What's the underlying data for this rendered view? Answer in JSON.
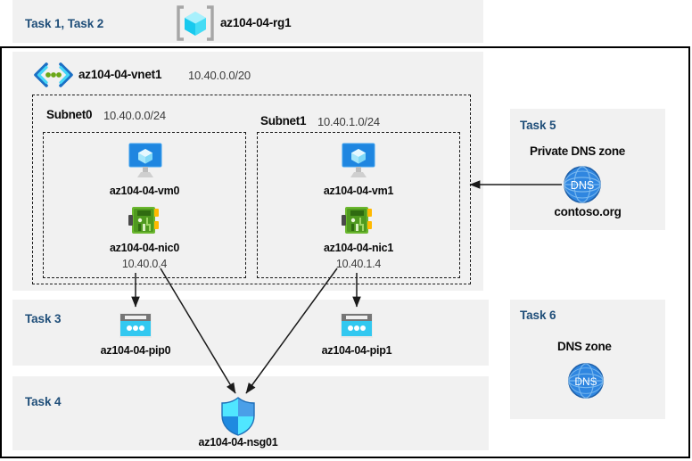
{
  "diagram": {
    "title": "Azure AZ-104 Module 04 lab resource diagram",
    "colors": {
      "task_label": "#1f4e79",
      "panel_bg": "#f1f1f1",
      "border": "#000000",
      "vm_blue": "#2d8ce0",
      "nic_green": "#5ea832",
      "pip_cyan": "#32c8f0",
      "nsg_blue": "#2f8de4",
      "dns_blue": "#2b7cd3",
      "rg_cyan": "#50e6ff"
    }
  },
  "header": {
    "task_label": "Task 1, Task 2",
    "resource_group_icon": "resource-group-cube-icon",
    "resource_group_name": "az104-04-rg1"
  },
  "vnet": {
    "icon": "virtual-network-icon",
    "name": "az104-04-vnet1",
    "cidr": "10.40.0.0/20"
  },
  "subnets": [
    {
      "label": "Subnet0",
      "cidr": "10.40.0.0/24",
      "vm": {
        "icon": "virtual-machine-icon",
        "name": "az104-04-vm0"
      },
      "nic": {
        "icon": "network-interface-icon",
        "name": "az104-04-nic0",
        "ip": "10.40.0.4"
      }
    },
    {
      "label": "Subnet1",
      "cidr": "10.40.1.0/24",
      "vm": {
        "icon": "virtual-machine-icon",
        "name": "az104-04-vm1"
      },
      "nic": {
        "icon": "network-interface-icon",
        "name": "az104-04-nic1",
        "ip": "10.40.1.4"
      }
    }
  ],
  "task3": {
    "task_label": "Task 3",
    "public_ips": [
      {
        "icon": "public-ip-address-icon",
        "name": "az104-04-pip0"
      },
      {
        "icon": "public-ip-address-icon",
        "name": "az104-04-pip1"
      }
    ]
  },
  "task4": {
    "task_label": "Task 4",
    "nsg": {
      "icon": "network-security-group-shield-icon",
      "name": "az104-04-nsg01"
    }
  },
  "task5": {
    "task_label": "Task 5",
    "heading": "Private DNS zone",
    "icon": "dns-globe-icon",
    "icon_text": "DNS",
    "zone_name": "contoso.org"
  },
  "task6": {
    "task_label": "Task 6",
    "heading": "DNS zone",
    "icon": "dns-globe-icon",
    "icon_text": "DNS"
  }
}
